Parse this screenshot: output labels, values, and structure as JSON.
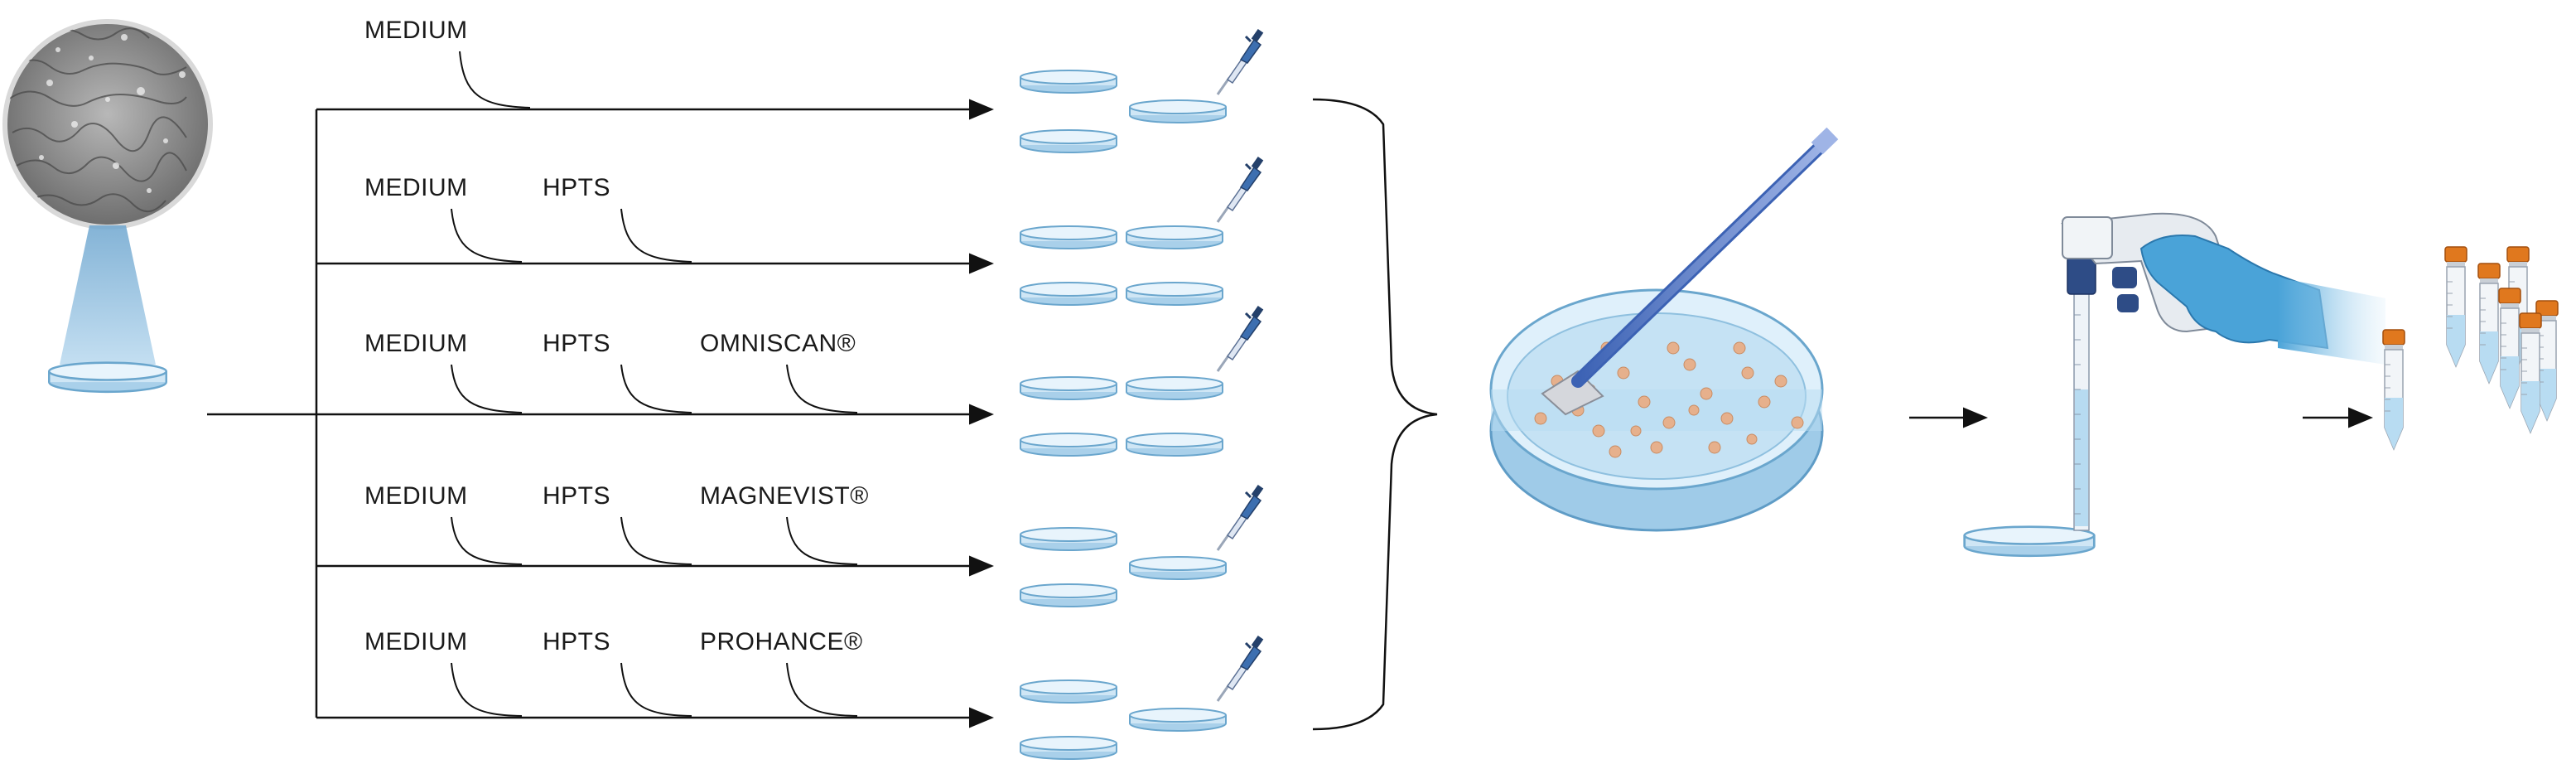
{
  "rows": [
    {
      "labels": [
        "MEDIUM"
      ]
    },
    {
      "labels": [
        "MEDIUM",
        "HPTS"
      ]
    },
    {
      "labels": [
        "MEDIUM",
        "HPTS",
        "OMNISCAN®"
      ]
    },
    {
      "labels": [
        "MEDIUM",
        "HPTS",
        "MAGNEVIST®"
      ]
    },
    {
      "labels": [
        "MEDIUM",
        "HPTS",
        "PROHANCE®"
      ]
    }
  ],
  "colors": {
    "line": "#111111",
    "dish_fill": "#cfe6f5",
    "dish_edge": "#7fb4d6",
    "colony": "#e6b08c",
    "tube_cap": "#e0781e",
    "glove": "#4aa3d8",
    "pipette_blue": "#3d6fb0",
    "micro_cells": "#8a8a8a"
  },
  "icons": [
    "cell-culture-micrograph",
    "culture-dish",
    "micropipette",
    "cell-scraper",
    "pipette-controller",
    "centrifuge-tube"
  ]
}
